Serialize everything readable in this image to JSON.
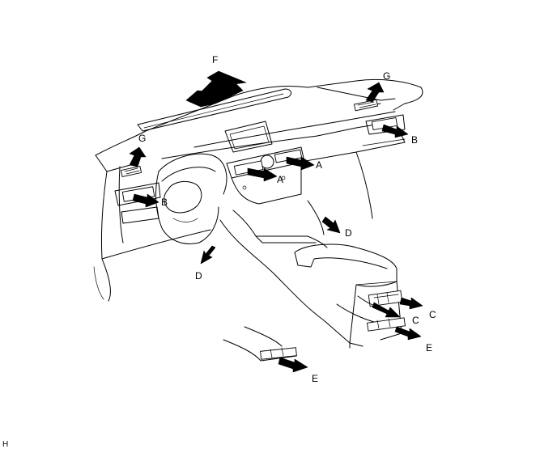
{
  "labels": {
    "F": "F",
    "G_left": "G",
    "G_right": "G",
    "A_upper": "A",
    "A_lower": "A",
    "B_left": "B",
    "B_right": "B",
    "D_left": "D",
    "D_center": "D",
    "C_upper": "C",
    "C_lower": "C",
    "E_lower_left": "E",
    "E_right": "E"
  },
  "corner_tag": "H"
}
